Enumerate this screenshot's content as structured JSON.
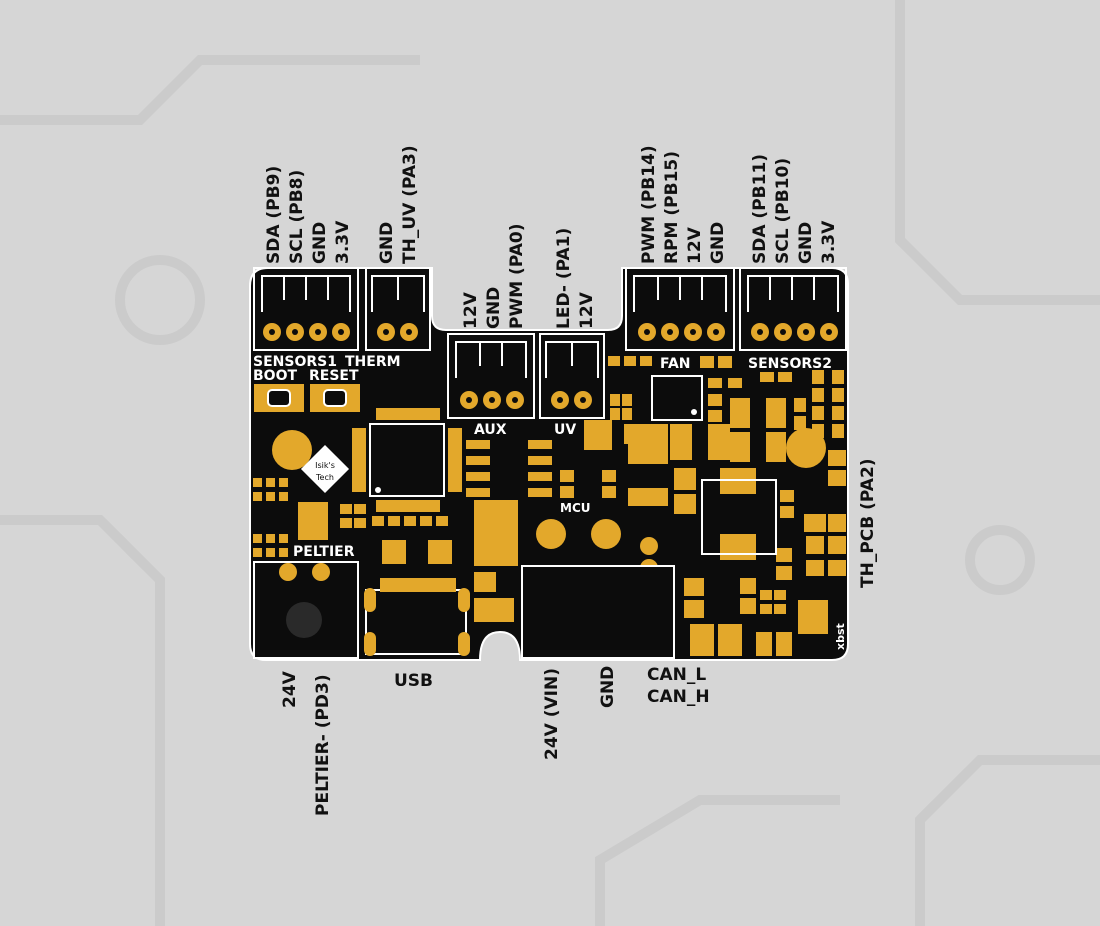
{
  "top_pin_groups": [
    {
      "connector": "SENSORS1",
      "pins": [
        "SDA (PB9)",
        "SCL (PB8)",
        "GND",
        "3.3V"
      ]
    },
    {
      "connector": "THERM",
      "pins": [
        "GND",
        "TH_UV (PA3)"
      ]
    },
    {
      "connector": "AUX",
      "pins": [
        "12V",
        "GND",
        "PWM (PA0)"
      ]
    },
    {
      "connector": "UV",
      "pins": [
        "LED- (PA1)",
        "12V"
      ]
    },
    {
      "connector": "FAN",
      "pins": [
        "PWM (PB14)",
        "RPM (PB15)",
        "12V",
        "GND"
      ]
    },
    {
      "connector": "SENSORS2",
      "pins": [
        "SDA (PB11)",
        "SCL (PB10)",
        "GND",
        "3.3V"
      ]
    }
  ],
  "bottom_labels": {
    "peltier_24v": "24V",
    "peltier_neg": "PELTIER- (PD3)",
    "usb": "USB",
    "vin": "24V (VIN)",
    "gnd": "GND",
    "can_l": "CAN_L",
    "can_h": "CAN_H"
  },
  "side_labels": {
    "th_pcb": "TH_PCB (PA2)"
  },
  "silkscreen": {
    "sensors1": "SENSORS1",
    "therm": "THERM",
    "boot": "BOOT",
    "reset": "RESET",
    "aux": "AUX",
    "uv": "UV",
    "fan": "FAN",
    "sensors2": "SENSORS2",
    "mcu": "MCU",
    "peltier": "PELTIER",
    "logo_line1": "Isik's",
    "logo_line2": "Tech",
    "maker": "xbst"
  },
  "colors": {
    "board": "#0c0c0c",
    "copper": "#e3a82b",
    "silk": "#ffffff",
    "background": "#d6d6d6",
    "label_text": "#111111"
  }
}
